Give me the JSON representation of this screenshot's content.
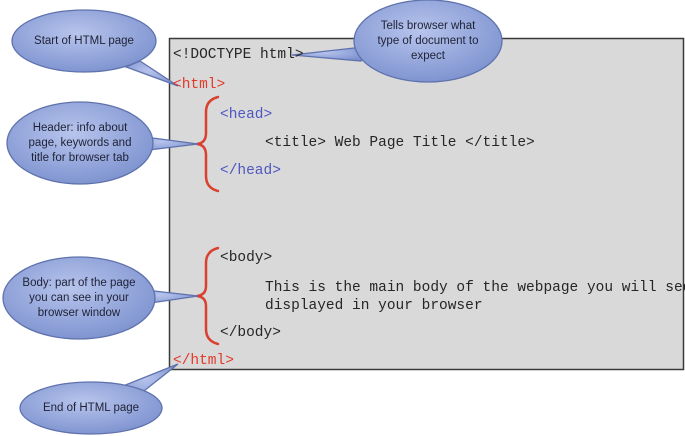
{
  "code": {
    "doctype": "<!DOCTYPE html>",
    "html_open": "<html>",
    "head_open": "<head>",
    "title_line": "<title> Web Page Title </title>",
    "head_close": "</head>",
    "body_open": "<body>",
    "body_text_line1": "This is the main body of the webpage you will see",
    "body_text_line2": "displayed in your browser",
    "body_close": "</body>",
    "html_close": "</html>"
  },
  "callouts": {
    "start_html": "Start of HTML page",
    "doctype_info": "Tells browser what type of document to expect",
    "header_info": "Header: info about page, keywords and title for browser tab",
    "body_info": "Body: part of the page you can see in your browser window",
    "end_html": "End of HTML page"
  },
  "colors": {
    "panel_bg": "#d9d9d9",
    "panel_border": "#3a3a3a",
    "tag_red": "#e23a2b",
    "tag_blue": "#4f56c0",
    "brace_red": "#d9412e",
    "callout_fill": "#8497d0",
    "callout_stroke": "#5f72ad"
  }
}
